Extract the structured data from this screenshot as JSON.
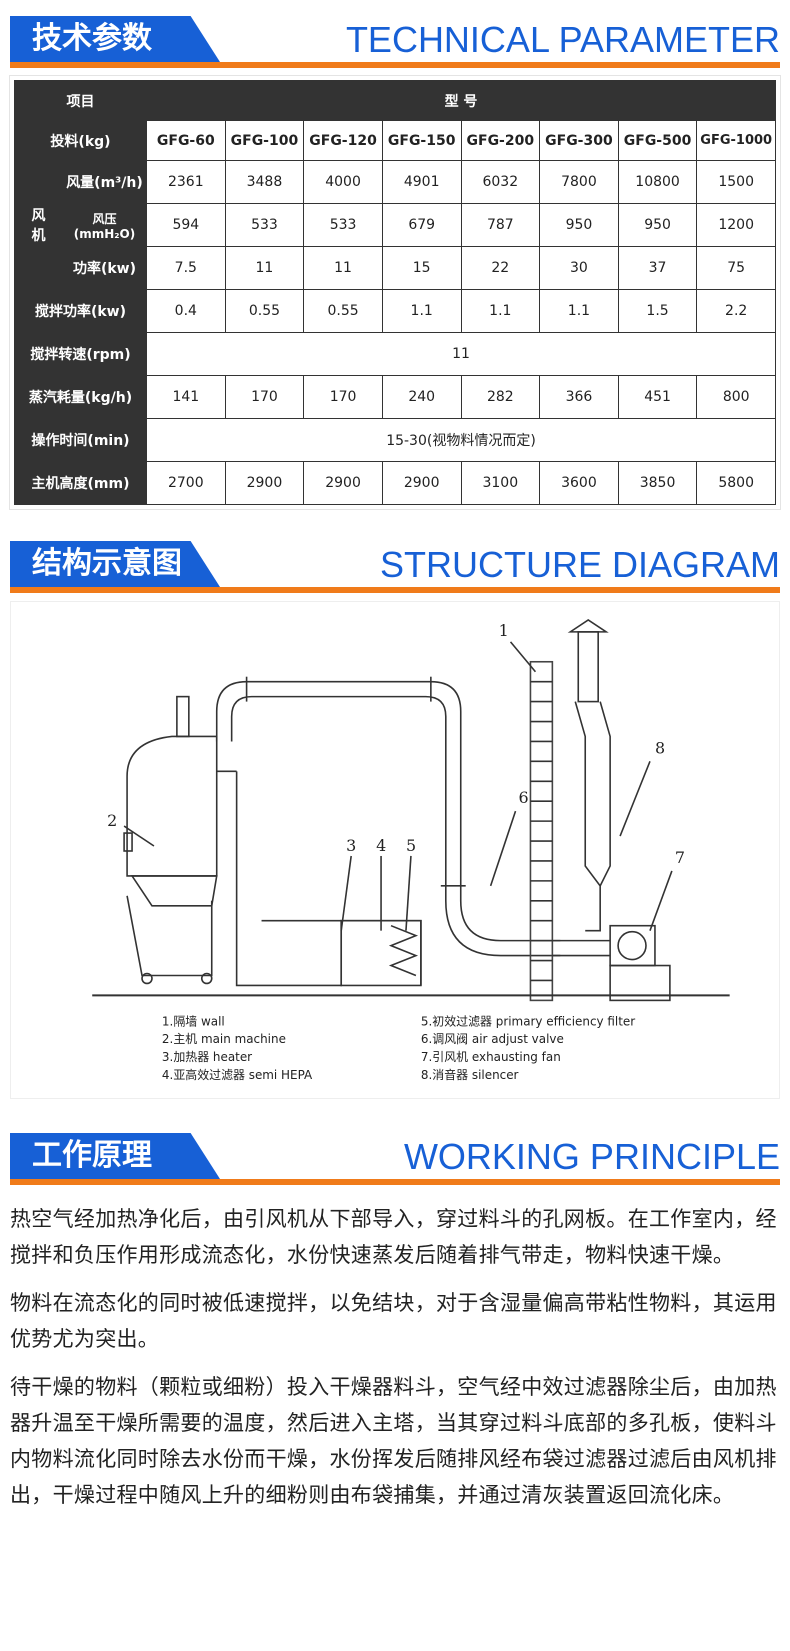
{
  "section1": {
    "title_cn": "技术参数",
    "title_en": "TECHNICAL PARAMETER"
  },
  "table": {
    "item_label": "项目",
    "model_label": "型 号",
    "feed_label": "投料(kg)",
    "models": [
      "GFG-60",
      "GFG-100",
      "GFG-120",
      "GFG-150",
      "GFG-200",
      "GFG-300",
      "GFG-500",
      "GFG-1000"
    ],
    "fan_group_label": "风\n机",
    "fan_chars": [
      "风",
      "机"
    ],
    "airflow_label": "风量(m³/h)",
    "airflow": [
      "2361",
      "3488",
      "4000",
      "4901",
      "6032",
      "7800",
      "10800",
      "1500"
    ],
    "pressure_label": "风压(mmH₂O)",
    "pressure": [
      "594",
      "533",
      "533",
      "679",
      "787",
      "950",
      "950",
      "1200"
    ],
    "power_label": "功率(kw)",
    "power": [
      "7.5",
      "11",
      "11",
      "15",
      "22",
      "30",
      "37",
      "75"
    ],
    "stir_power_label": "搅拌功率(kw)",
    "stir_power": [
      "0.4",
      "0.55",
      "0.55",
      "1.1",
      "1.1",
      "1.1",
      "1.5",
      "2.2"
    ],
    "stir_speed_label": "搅拌转速(rpm)",
    "stir_speed": "11",
    "steam_label": "蒸汽耗量(kg/h)",
    "steam": [
      "141",
      "170",
      "170",
      "240",
      "282",
      "366",
      "451",
      "800"
    ],
    "op_time_label": "操作时间(min)",
    "op_time": "15-30(视物料情况而定)",
    "height_label": "主机高度(mm)",
    "height": [
      "2700",
      "2900",
      "2900",
      "2900",
      "3100",
      "3600",
      "3850",
      "5800"
    ]
  },
  "section2": {
    "title_cn": "结构示意图",
    "title_en": "STRUCTURE DIAGRAM"
  },
  "diagram": {
    "numbers": [
      "1",
      "2",
      "3",
      "4",
      "5",
      "6",
      "7",
      "8"
    ],
    "legend_left": [
      "1.隔墙   wall",
      "2.主机   main machine",
      "3.加热器   heater",
      "4.亚高效过滤器   semi HEPA"
    ],
    "legend_right": [
      "5.初效过滤器  primary efficiency filter",
      "6.调风阀   air adjust valve",
      "7.引风机   exhausting fan",
      "8.消音器   silencer"
    ]
  },
  "section3": {
    "title_cn": "工作原理",
    "title_en": "WORKING PRINCIPLE"
  },
  "paragraphs": [
    "热空气经加热净化后，由引风机从下部导入，穿过料斗的孔网板。在工作室内，经搅拌和负压作用形成流态化，水份快速蒸发后随着排气带走，物料快速干燥。",
    "物料在流态化的同时被低速搅拌，以免结块，对于含湿量偏高带粘性物料，其运用优势尤为突出。",
    "待干燥的物料（颗粒或细粉）投入干燥器料斗，空气经中效过滤器除尘后，由加热器升温至干燥所需要的温度，然后进入主塔，当其穿过料斗底部的多孔板，使料斗内物料流化同时除去水份而干燥，水份挥发后随排风经布袋过滤器过滤后由风机排出，干燥过程中随风上升的细粉则由布袋捕集，并通过清灰装置返回流化床。"
  ]
}
